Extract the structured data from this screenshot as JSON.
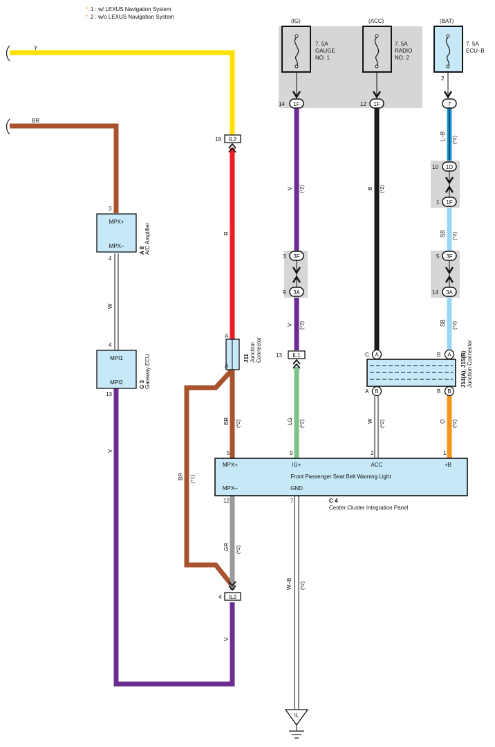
{
  "notes": [
    {
      "star": "*",
      "text": "1 : w/ LEXUS Navigation System"
    },
    {
      "star": "*",
      "text": "2 : w/o LEXUS Navigation System"
    }
  ],
  "fuses": [
    {
      "power": "(IG)",
      "amp": "7. 5A",
      "line1": "GAUGE",
      "line2": "NO. 1",
      "pin": "14",
      "conn": "1F"
    },
    {
      "power": "(ACC)",
      "amp": "7. 5A",
      "line1": "RADIO",
      "line2": "NO. 2",
      "pin": "12",
      "conn": "1F"
    },
    {
      "power": "(BAT)",
      "amp": "7. 5A",
      "line1": "ECU–B",
      "line2": "",
      "pin": "2",
      "conn": "7"
    }
  ],
  "wires": {
    "y": "Y",
    "br_top": "BR",
    "r": "R",
    "w_amp": "W",
    "v_gateway": "V",
    "v_ig1": "V",
    "v_ig2": "V",
    "lg": "LG",
    "b_acc": "B",
    "w_acc": "W",
    "lb": "L–B",
    "sb1": "SB",
    "sb2": "SB",
    "o": "O",
    "br_mid": "BR",
    "br_loop": "BR",
    "gr": "GR",
    "v_bottom": "V",
    "wb": "W–B"
  },
  "marks": {
    "n1": "(*1)",
    "n2": "(*2)"
  },
  "connectors": {
    "il2": "IL2",
    "il1": "IL1",
    "c1d": "1D",
    "c1f": "1F",
    "c3f": "3F",
    "c3a": "3A",
    "pin18": "18",
    "pin4b": "4",
    "pin13": "13",
    "pin10": "10",
    "pin1": "1",
    "pin3": "3",
    "pin9": "9",
    "pin5": "5",
    "pin14": "14",
    "A": "A",
    "B": "B",
    "C": "C"
  },
  "components": {
    "amp": {
      "pin_in": "3",
      "pin_out": "4",
      "t1": "MPX+",
      "t2": "MPX–",
      "code": "A 8",
      "name": "A/C Amplifier"
    },
    "gateway": {
      "pin_in": "4",
      "pin_out": "13",
      "t1": "MPI1",
      "t2": "MPI2",
      "code": "G 3",
      "name": "Gateway ECU"
    },
    "j11": {
      "code": "J11",
      "name1": "Junction",
      "name2": "Connector",
      "A1": "A",
      "A2": "A"
    },
    "j14": {
      "code": "J14(A), J15(B)",
      "name": "Junction Connector"
    },
    "panel": {
      "p_mpx": "5",
      "p_ig": "9",
      "p_acc": "2",
      "p_b": "1",
      "p_mpxm": "12",
      "p_gnd": "7",
      "mpxp": "MPX+",
      "igp": "IG+",
      "acc": "ACC",
      "bp": "+B",
      "mpxm": "MPX–",
      "gnd": "GND",
      "title": "Front Passenger Seat Belt Warning Light",
      "code": "C 4",
      "name": "Center Cluster Integration Panel"
    },
    "ground": "IL"
  },
  "colors": {
    "yellow": "#ffe000",
    "brown": "#a8532d",
    "red": "#ee1c25",
    "purple": "#6b2d90",
    "green": "#7dc383",
    "black": "#1a1a1a",
    "blue": "#1a9ad6",
    "lightblue": "#99d6f5",
    "orange": "#f7941d",
    "gray": "#9a9a9a",
    "box": "#c6e8f7",
    "shade": "#d6d6d6"
  }
}
